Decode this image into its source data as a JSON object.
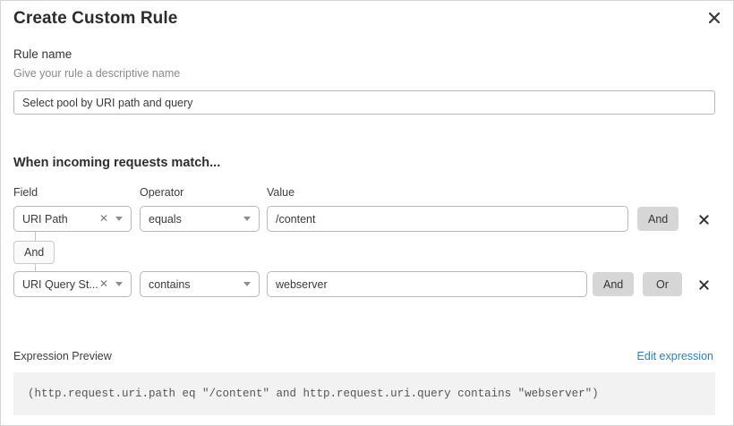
{
  "dialog": {
    "title": "Create Custom Rule",
    "close_icon": "close-icon"
  },
  "rule_name": {
    "label": "Rule name",
    "help": "Give your rule a descriptive name",
    "value": "Select pool by URI path and query",
    "placeholder": ""
  },
  "match_section": {
    "heading": "When incoming requests match...",
    "columns": {
      "field": "Field",
      "operator": "Operator",
      "value": "Value"
    },
    "connector": {
      "label": "And"
    },
    "rows": [
      {
        "field": "URI Path",
        "field_clear_icon": "close-small-icon",
        "field_caret_icon": "chevron-down-icon",
        "operator": "equals",
        "operator_caret_icon": "chevron-down-icon",
        "value": "/content",
        "buttons": [
          "And"
        ],
        "delete_icon": "close-icon"
      },
      {
        "field": "URI Query St...",
        "field_clear_icon": "close-small-icon",
        "field_caret_icon": "chevron-down-icon",
        "operator": "contains",
        "operator_caret_icon": "chevron-down-icon",
        "value": "webserver",
        "buttons": [
          "And",
          "Or"
        ],
        "delete_icon": "close-icon"
      }
    ]
  },
  "expression_preview": {
    "label": "Expression Preview",
    "edit_link": "Edit expression",
    "expression": "(http.request.uri.path eq \"/content\" and http.request.uri.query contains \"webserver\")"
  },
  "colors": {
    "link": "#2f7fb5",
    "button_gray": "#d6d6d6",
    "code_bg": "#f2f2f2",
    "border": "#b8b8b8"
  }
}
